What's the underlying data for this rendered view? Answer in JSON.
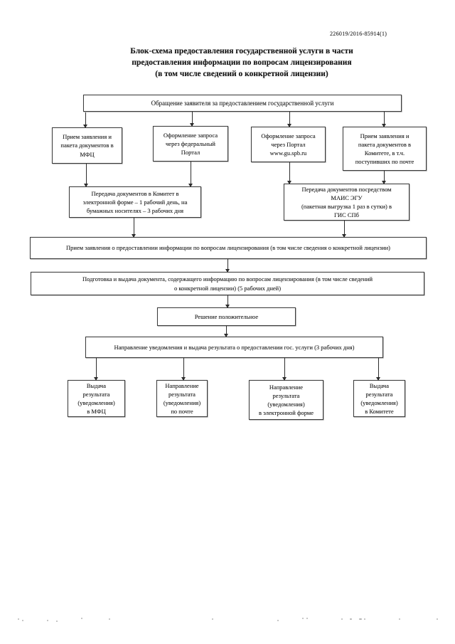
{
  "doc": {
    "number": "226019/2016-85914(1)"
  },
  "title": {
    "line1": "Блок-схема предоставления государственной услуги в части",
    "line2": "предоставления информации по вопросам лицензирования",
    "line3": "(в том числе сведений о конкретной лицензии)"
  },
  "flowchart": {
    "nodes": {
      "appeal": "Обращение заявителя за предоставлением государственной услуги",
      "mfc_intake": "Прием заявления и\nпакета документов в\nМФЦ",
      "federal_portal": "Оформление запроса\nчерез федеральный\nПортал",
      "spb_portal": "Оформление запроса\nчерез Портал\nwww.gu.spb.ru",
      "committee_intake": "Прием заявления и\nпакета документов в\nКомитете, в т.ч.\nпоступивших по почте",
      "transfer_committee": "Передача документов в Комитет в\nэлектронной форме – 1 рабочий день, на\nбумажных носителях – 3 рабочих дня",
      "transfer_mais": "Передача документов посредством\nМАИС ЭГУ\n(пакетная выгрузка 1 раз в сутки) в\nГИС СПб",
      "application_intake": "Прием заявления о предоставлении информации по вопросам лицензирования (в том числе сведения о конкретной лицензии)",
      "prepare_issue": "Подготовка и выдача документа, содержащего информацию по вопросам лицензирования (в том числе сведений\nо конкретной лицензии)  (5 рабочих дней)",
      "positive_decision": "Решение положительное",
      "notify_issue": "Направление уведомления и выдача результата  о предоставлении гос. услуги (3 рабочих дня)",
      "result_mfc": "Выдача\nрезультата\n(уведомления)\nв МФЦ",
      "result_mail": "Направление\nрезультата\n(уведомления)\nпо почте",
      "result_electronic": "Направление\nрезультата\n(уведомления)\nв электронной форме",
      "result_committee": "Выдача\nрезультата\n(уведомления)\nв Комитете"
    }
  }
}
